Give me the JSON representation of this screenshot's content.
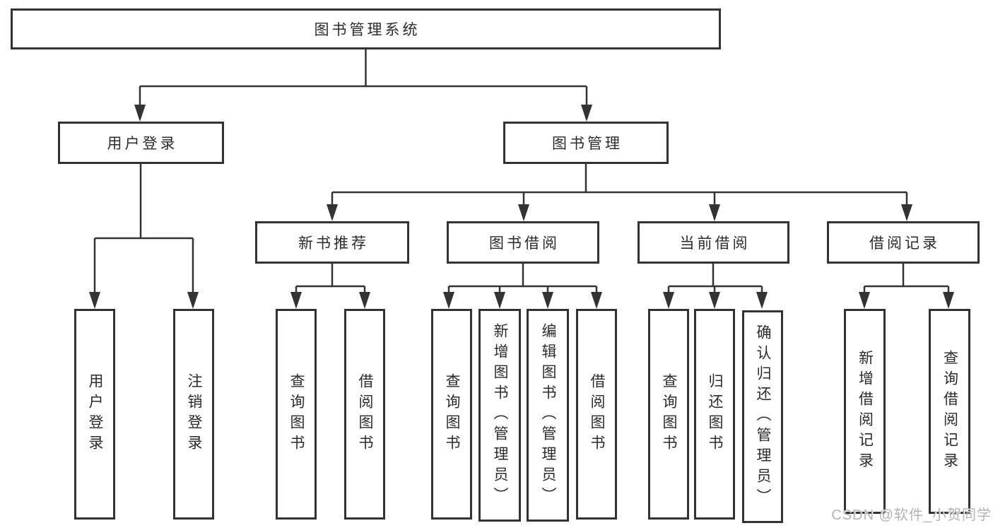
{
  "diagram": {
    "type": "hierarchy-tree",
    "root": {
      "label": "图书管理系统",
      "children": [
        {
          "label": "用户登录",
          "children": [
            {
              "label": "用户登录"
            },
            {
              "label": "注销登录"
            }
          ]
        },
        {
          "label": "图书管理",
          "children": [
            {
              "label": "新书推荐",
              "children": [
                {
                  "label": "查询图书"
                },
                {
                  "label": "借阅图书"
                }
              ]
            },
            {
              "label": "图书借阅",
              "children": [
                {
                  "label": "查询图书"
                },
                {
                  "label": "新增图书（管理员）"
                },
                {
                  "label": "编辑图书（管理员）"
                },
                {
                  "label": "借阅图书"
                }
              ]
            },
            {
              "label": "当前借阅",
              "children": [
                {
                  "label": "查询图书"
                },
                {
                  "label": "归还图书"
                },
                {
                  "label": "确认归还（管理员）"
                }
              ]
            },
            {
              "label": "借阅记录",
              "children": [
                {
                  "label": "新增借阅记录"
                },
                {
                  "label": "查询借阅记录"
                }
              ]
            }
          ]
        }
      ]
    },
    "colors": {
      "line": "#333333",
      "box_border": "#333333",
      "box_fill": "#ffffff",
      "text": "#2b2b2b",
      "background": "#ffffff",
      "watermark": "#b3b3b3"
    }
  },
  "watermark": {
    "text": "CSDN @软件_小贺同学"
  }
}
